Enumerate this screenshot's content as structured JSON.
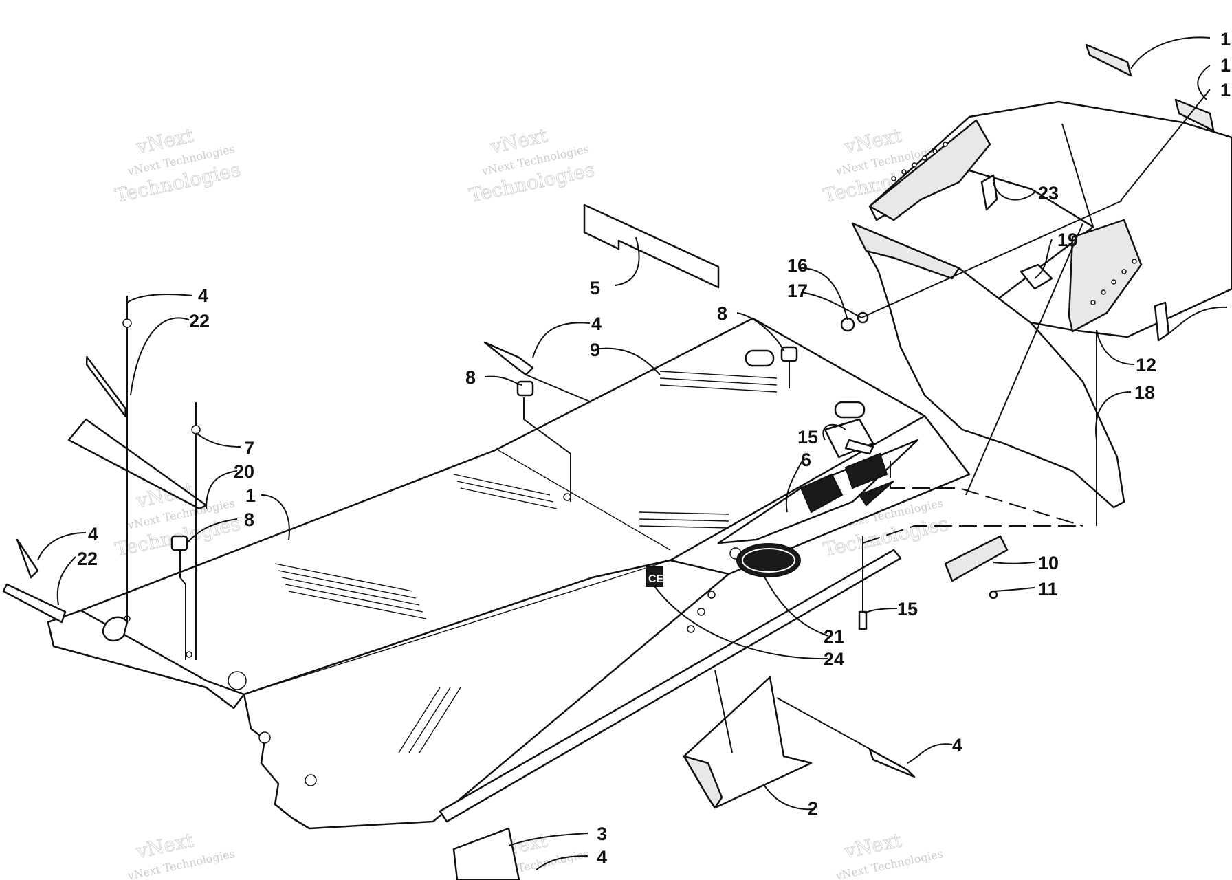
{
  "watermark": {
    "brand": "vNext Technologies",
    "word1": "vNext",
    "word2": "Technologies"
  },
  "callouts": [
    {
      "id": "c1a",
      "label": "1"
    },
    {
      "id": "c1b",
      "label": "1"
    },
    {
      "id": "c1c",
      "label": "1"
    },
    {
      "id": "c1d",
      "label": "1"
    },
    {
      "id": "c2",
      "label": "2"
    },
    {
      "id": "c3",
      "label": "3"
    },
    {
      "id": "c4a",
      "label": "4"
    },
    {
      "id": "c4b",
      "label": "4"
    },
    {
      "id": "c4c",
      "label": "4"
    },
    {
      "id": "c4d",
      "label": "4"
    },
    {
      "id": "c4e",
      "label": "4"
    },
    {
      "id": "c5",
      "label": "5"
    },
    {
      "id": "c6",
      "label": "6"
    },
    {
      "id": "c7",
      "label": "7"
    },
    {
      "id": "c8a",
      "label": "8"
    },
    {
      "id": "c8b",
      "label": "8"
    },
    {
      "id": "c8c",
      "label": "8"
    },
    {
      "id": "c9",
      "label": "9"
    },
    {
      "id": "c10",
      "label": "10"
    },
    {
      "id": "c11",
      "label": "11"
    },
    {
      "id": "c12",
      "label": "12"
    },
    {
      "id": "c15a",
      "label": "15"
    },
    {
      "id": "c15b",
      "label": "15"
    },
    {
      "id": "c16",
      "label": "16"
    },
    {
      "id": "c17",
      "label": "17"
    },
    {
      "id": "c18",
      "label": "18"
    },
    {
      "id": "c19",
      "label": "19"
    },
    {
      "id": "c20",
      "label": "20"
    },
    {
      "id": "c21",
      "label": "21"
    },
    {
      "id": "c22a",
      "label": "22"
    },
    {
      "id": "c22b",
      "label": "22"
    },
    {
      "id": "c23",
      "label": "23"
    },
    {
      "id": "c24",
      "label": "24"
    }
  ],
  "markings": {
    "ce_mark": "CE"
  }
}
